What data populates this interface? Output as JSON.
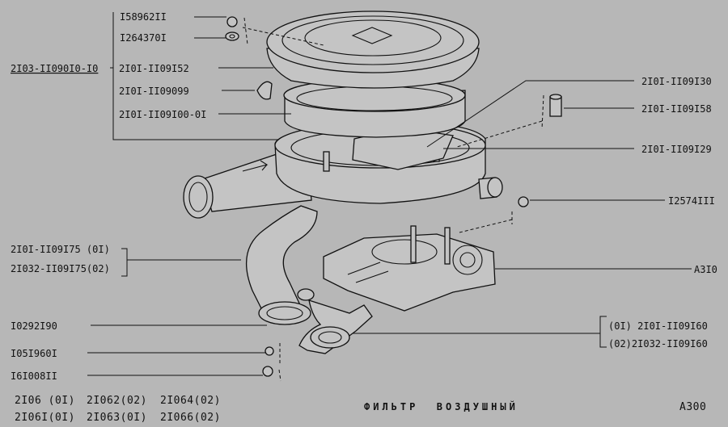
{
  "callouts": {
    "p158962": "I58962II",
    "p126437": "I264370I",
    "assembly": "2I03-II090I0-I0",
    "p109152": "2I0I-II09I52",
    "p109099": "2I0I-II09099",
    "p109100": "2I0I-II09I00-0I",
    "p109130": "2I0I-II09I30",
    "p109158": "2I0I-II09I58",
    "p109129": "2I0I-II09I29",
    "p125741": "I2574III",
    "hose_a": "2I0I-II09I75 (0I)",
    "hose_b": "2I032-II09I75(02)",
    "carb": "A3I0",
    "clamp": "I0292I90",
    "washer": "I05I960I",
    "nut": "I6I008II",
    "bracket_a": "(0I) 2I0I-II09I60",
    "bracket_b": "(02)2I032-II09I60"
  },
  "footer": {
    "models_row1": [
      "2I06 (0I)",
      "2I062(02)",
      "2I064(02)"
    ],
    "models_row2": [
      "2I06I(0I)",
      "2I063(0I)",
      "2I066(02)"
    ],
    "title": "ФИЛЬТР  ВОЗДУШНЫЙ",
    "code": "A300"
  }
}
